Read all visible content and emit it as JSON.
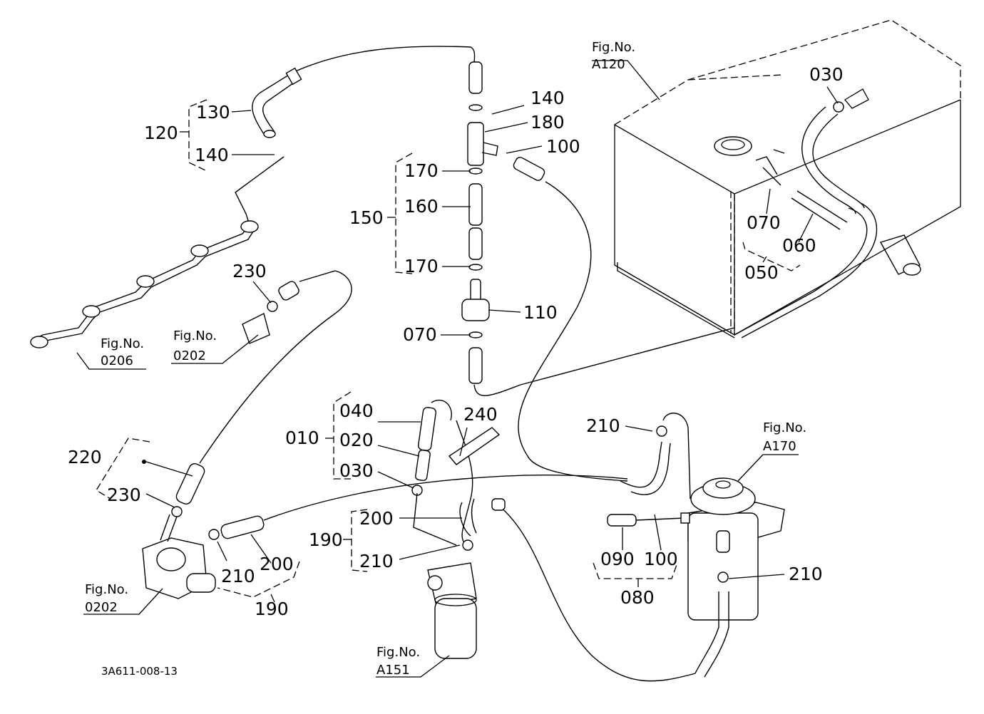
{
  "callouts": {
    "p130": "130",
    "p120": "120",
    "p140a": "140",
    "p140b": "140",
    "p180": "180",
    "p100a": "100",
    "p170a": "170",
    "p160": "160",
    "p150": "150",
    "p170b": "170",
    "p110": "110",
    "p070a": "070",
    "p030a": "030",
    "p070b": "070",
    "p060": "060",
    "p050": "050",
    "p230a": "230",
    "p040": "040",
    "p010": "010",
    "p020": "020",
    "p030b": "030",
    "p240": "240",
    "p220": "220",
    "p230b": "230",
    "p200a": "200",
    "p190a": "190",
    "p210a": "210",
    "p210b": "210",
    "p200b": "200",
    "p190b": "190",
    "p210c": "210",
    "p090": "090",
    "p100b": "100",
    "p080": "080",
    "p210d": "210"
  },
  "fig_refs": {
    "a120": {
      "line1": "Fig.No.",
      "line2": "A120"
    },
    "f0206": {
      "line1": "Fig.No.",
      "line2": "0206"
    },
    "f0202a": {
      "line1": "Fig.No.",
      "line2": "0202"
    },
    "a170": {
      "line1": "Fig.No.",
      "line2": "A170"
    },
    "f0202b": {
      "line1": "Fig.No.",
      "line2": "0202"
    },
    "a151": {
      "line1": "Fig.No.",
      "line2": "A151"
    }
  },
  "drawing_code": "3A611-008-13"
}
